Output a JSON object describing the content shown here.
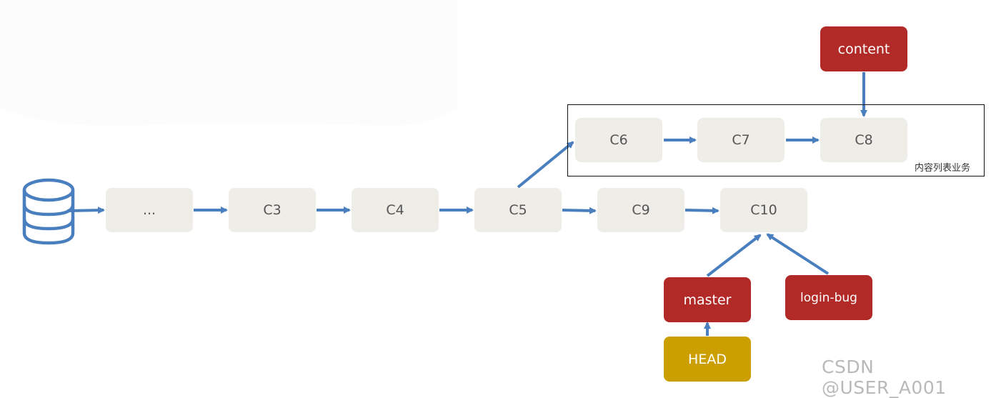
{
  "diagram": {
    "commits": {
      "c_dots": "...",
      "c3": "C3",
      "c4": "C4",
      "c5": "C5",
      "c6": "C6",
      "c7": "C7",
      "c8": "C8",
      "c9": "C9",
      "c10": "C10"
    },
    "branches": {
      "content": "content",
      "master": "master",
      "login_bug": "login-bug",
      "head": "HEAD"
    },
    "group_label": "内容列表业务",
    "colors": {
      "commit_bg": "#efede8",
      "branch_bg": "#b22a27",
      "head_bg": "#cc9f00",
      "arrow": "#4a7fbf"
    },
    "icons": [
      "database-icon"
    ]
  },
  "watermark": "CSDN @USER_A001"
}
